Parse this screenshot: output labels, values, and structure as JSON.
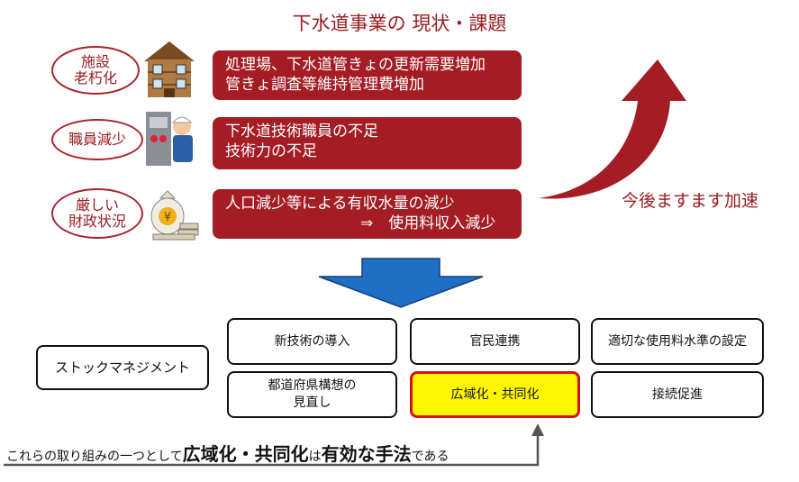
{
  "title": "下水道事業の 現状・課題",
  "issues": [
    {
      "tag": [
        "施設",
        "老朽化"
      ],
      "icon": "old-building-icon",
      "lines": [
        "処理場、下水道管きょの更新需要増加",
        "管きょ調査等維持管理費増加"
      ]
    },
    {
      "tag": [
        "職員減少"
      ],
      "icon": "worker-icon",
      "lines": [
        "下水道技術職員の不足",
        "技術力の不足"
      ]
    },
    {
      "tag": [
        "厳しい",
        "財政状況"
      ],
      "icon": "money-bag-icon",
      "lines": [
        "人口減少等による有収水量の減少",
        "⇒　使用料収入減少"
      ]
    }
  ],
  "trend_label": "今後ますます加速",
  "measures": {
    "main": "ストックマネジメント",
    "items": [
      "新技術の導入",
      "官民連携",
      "適切な使用料水準の設定",
      "都道府県構想の\n見直し",
      "広域化・共同化",
      "接続促進"
    ]
  },
  "conclusion": {
    "prefix": "これらの取り組みの一つとして",
    "bold1": "広域化・共同化",
    "mid": "は",
    "bold2": "有効な手法",
    "suffix": "である"
  },
  "colors": {
    "red": "#a51d24",
    "arrow_blue": "#1f6fc6",
    "highlight": "#fff500",
    "highlight_border": "#d0131c"
  }
}
